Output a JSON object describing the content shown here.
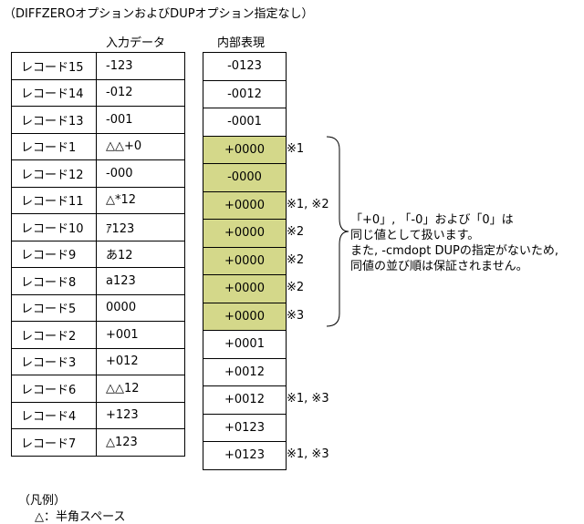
{
  "title": "（DIFFZEROオプションおよびDUPオプション指定なし）",
  "headers": {
    "input": "入力データ",
    "internal": "内部表現"
  },
  "rows": [
    {
      "record": "レコード15",
      "input": "-123",
      "internal": "-0123",
      "highlight": false,
      "note": ""
    },
    {
      "record": "レコード14",
      "input": "-012",
      "internal": "-0012",
      "highlight": false,
      "note": ""
    },
    {
      "record": "レコード13",
      "input": "-001",
      "internal": "-0001",
      "highlight": false,
      "note": ""
    },
    {
      "record": "レコード1",
      "input": "△△+0",
      "internal": "+0000",
      "highlight": true,
      "note": "※1"
    },
    {
      "record": "レコード12",
      "input": "-000",
      "internal": "-0000",
      "highlight": true,
      "note": ""
    },
    {
      "record": "レコード11",
      "input": "△*12",
      "internal": "+0000",
      "highlight": true,
      "note": "※1, ※2"
    },
    {
      "record": "レコード10",
      "input": "ｱ123",
      "internal": "+0000",
      "highlight": true,
      "note": "※2"
    },
    {
      "record": "レコード9",
      "input": "あ12",
      "internal": "+0000",
      "highlight": true,
      "note": "※2"
    },
    {
      "record": "レコード8",
      "input": "a123",
      "internal": "+0000",
      "highlight": true,
      "note": "※2"
    },
    {
      "record": "レコード5",
      "input": "0000",
      "internal": "+0000",
      "highlight": true,
      "note": "※3"
    },
    {
      "record": "レコード2",
      "input": "+001",
      "internal": "+0001",
      "highlight": false,
      "note": ""
    },
    {
      "record": "レコード3",
      "input": "+012",
      "internal": "+0012",
      "highlight": false,
      "note": ""
    },
    {
      "record": "レコード6",
      "input": "△△12",
      "internal": "+0012",
      "highlight": false,
      "note": "※1, ※3"
    },
    {
      "record": "レコード4",
      "input": "+123",
      "internal": "+0123",
      "highlight": false,
      "note": ""
    },
    {
      "record": "レコード7",
      "input": "△123",
      "internal": "+0123",
      "highlight": false,
      "note": "※1, ※3"
    }
  ],
  "explanation": [
    "「+0」, 「-0」および「0」は",
    "同じ値として扱います。",
    "また, -cmdopt DUPの指定がないため,",
    "同値の並び順は保証されません。"
  ],
  "legend": {
    "title": "（凡例）",
    "item": "△：半角スペース"
  },
  "colors": {
    "highlight": "#d4d88a",
    "line": "#000000"
  }
}
